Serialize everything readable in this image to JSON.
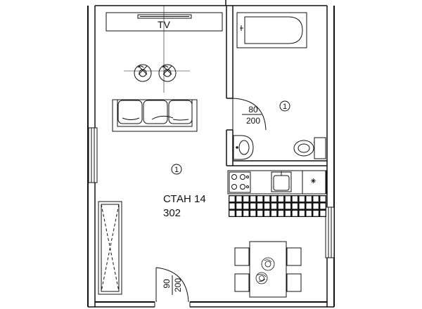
{
  "labels": {
    "tv": "TV",
    "door_bath_width": "80",
    "door_bath_height": "200",
    "bath_room_number": "1",
    "main_room_number": "1",
    "apartment_title": "СТАН 14",
    "apartment_number": "302",
    "entry_door_width": "90",
    "entry_door_height": "200"
  }
}
